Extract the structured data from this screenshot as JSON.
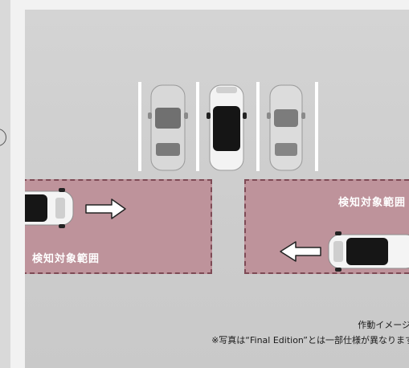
{
  "left_zone_label": "検知対象範囲",
  "right_zone_label": "検知対象範囲",
  "caption_line1": "作動イメージ",
  "caption_line2": "※写真は“Final Edition”とは一部仕様が異なります",
  "colors": {
    "detection_zone": "#be939b",
    "zone_border": "#7e4a55",
    "parking_lot": "#cdcdcd",
    "stall_line": "#ffffff"
  },
  "icons": [
    "car-icon",
    "arrow-right-icon",
    "arrow-left-icon"
  ]
}
